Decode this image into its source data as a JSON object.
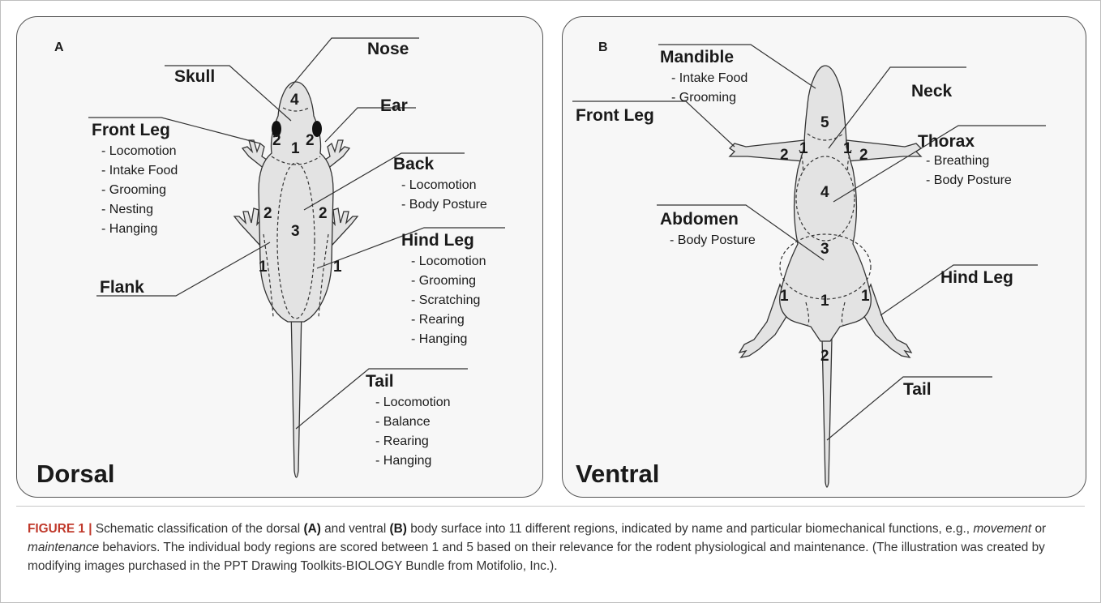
{
  "panel_a": {
    "letter": "A",
    "view": "Dorsal",
    "regions": {
      "nose": {
        "label": "Nose"
      },
      "skull": {
        "label": "Skull"
      },
      "ear": {
        "label": "Ear"
      },
      "front_leg": {
        "label": "Front Leg",
        "functions": [
          "- Locomotion",
          "- Intake Food",
          "- Grooming",
          "- Nesting",
          "- Hanging"
        ]
      },
      "back": {
        "label": "Back",
        "functions": [
          "- Locomotion",
          "- Body Posture"
        ]
      },
      "hind_leg": {
        "label": "Hind Leg",
        "functions": [
          "- Locomotion",
          "- Grooming",
          "- Scratching",
          "- Rearing",
          "- Hanging"
        ]
      },
      "flank": {
        "label": "Flank"
      },
      "tail": {
        "label": "Tail",
        "functions": [
          "- Locomotion",
          "- Balance",
          "- Rearing",
          "- Hanging"
        ]
      }
    },
    "scores": {
      "skull": "4",
      "ear_left": "2",
      "ear_right": "2",
      "head": "1",
      "back": "3",
      "front_left": "2",
      "front_right": "2",
      "flank_left": "1",
      "flank_right": "1"
    }
  },
  "panel_b": {
    "letter": "B",
    "view": "Ventral",
    "regions": {
      "mandible": {
        "label": "Mandible",
        "functions": [
          "- Intake Food",
          "- Grooming"
        ]
      },
      "neck": {
        "label": "Neck"
      },
      "front_leg": {
        "label": "Front Leg"
      },
      "thorax": {
        "label": "Thorax",
        "functions": [
          "- Breathing",
          "- Body Posture"
        ]
      },
      "abdomen": {
        "label": "Abdomen",
        "functions": [
          "- Body Posture"
        ]
      },
      "hind_leg": {
        "label": "Hind Leg"
      },
      "tail": {
        "label": "Tail"
      }
    },
    "scores": {
      "mandible": "5",
      "front_left": "2",
      "neck_left": "1",
      "neck_right": "1",
      "front_right": "2",
      "thorax": "4",
      "abdomen": "3",
      "hind_left": "1",
      "genital": "1",
      "hind_right": "1",
      "tail": "2"
    }
  },
  "caption": {
    "figure_label": "FIGURE 1 |",
    "seg1": " Schematic classification of the dorsal ",
    "ref_a": "(A)",
    "seg2": " and ventral ",
    "ref_b": "(B)",
    "seg3": " body surface into 11 different regions, indicated by name and particular biomechanical functions, e.g., ",
    "italic1": "movement",
    "seg4": " or ",
    "italic2": "maintenance",
    "seg5": " behaviors. The individual body regions are scored between 1 and 5 based on their relevance for the rodent physiological and maintenance. (The illustration was created by modifying images purchased in the PPT Drawing Toolkits-BIOLOGY Bundle from Motifolio, Inc.)."
  }
}
